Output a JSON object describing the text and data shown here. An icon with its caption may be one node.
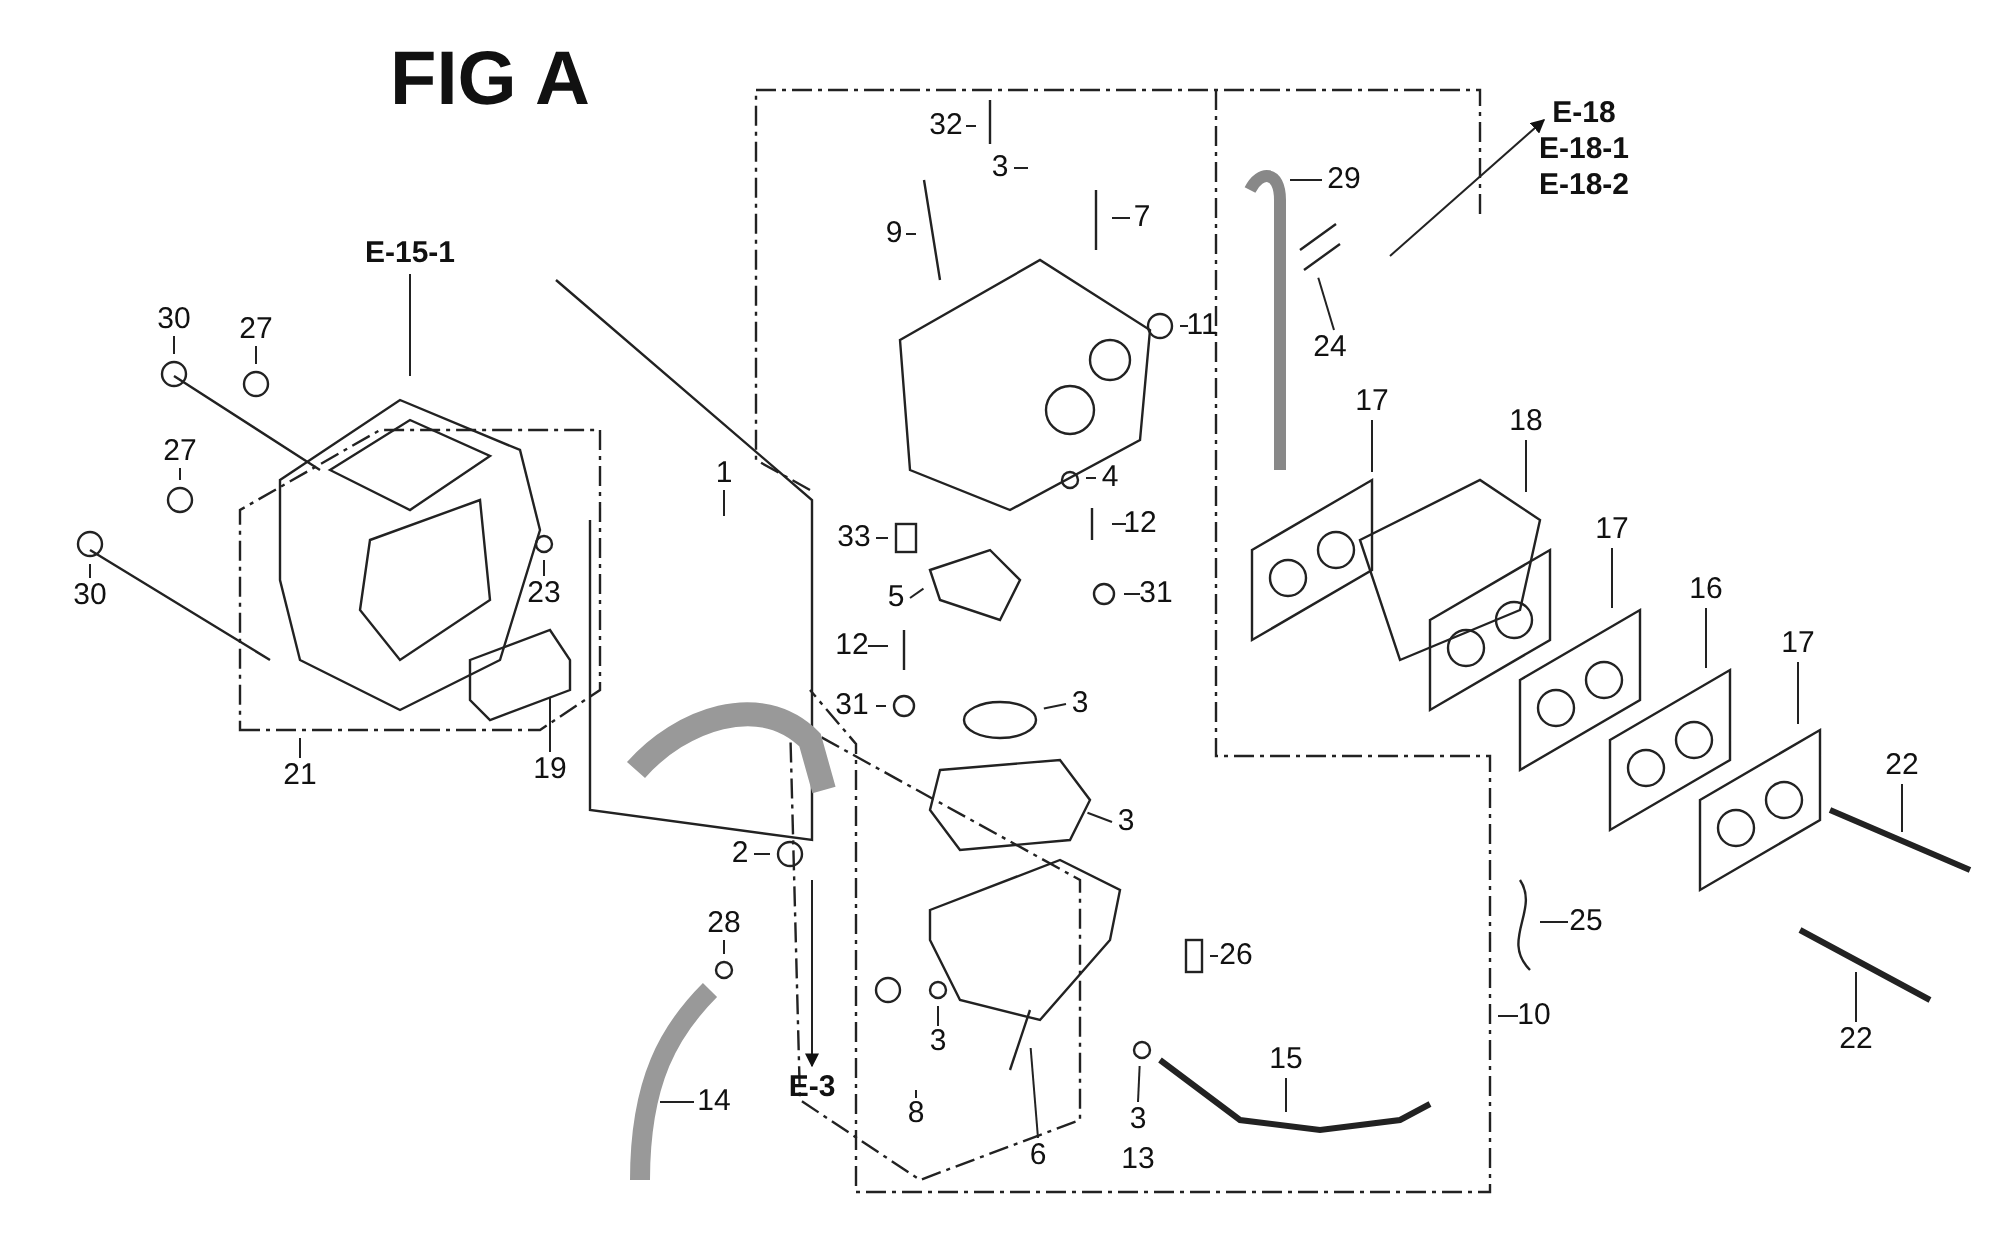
{
  "diagram": {
    "title": "FIG A",
    "nodes": [
      {
        "text": [
          "E-15-1"
        ]
      },
      {
        "text": [
          "30"
        ]
      },
      {
        "text": [
          "27"
        ]
      },
      {
        "text": [
          "27"
        ]
      },
      {
        "text": [
          "30"
        ]
      },
      {
        "text": [
          "23"
        ]
      },
      {
        "text": [
          "19"
        ]
      },
      {
        "text": [
          "21"
        ]
      },
      {
        "text": [
          "1"
        ]
      },
      {
        "text": [
          "2"
        ]
      },
      {
        "text": [
          "28"
        ]
      },
      {
        "text": [
          "14"
        ]
      },
      {
        "text": [
          "E-3"
        ]
      },
      {
        "text": [
          "32"
        ]
      },
      {
        "text": [
          "3"
        ]
      },
      {
        "text": [
          "9"
        ]
      },
      {
        "text": [
          "7"
        ]
      },
      {
        "text": [
          "29"
        ]
      },
      {
        "text": [
          "E-18",
          "E-18-1",
          "E-18-2"
        ]
      },
      {
        "text": [
          "24"
        ]
      },
      {
        "text": [
          "11"
        ]
      },
      {
        "text": [
          "4"
        ]
      },
      {
        "text": [
          "12"
        ]
      },
      {
        "text": [
          "33"
        ]
      },
      {
        "text": [
          "5"
        ]
      },
      {
        "text": [
          "31"
        ]
      },
      {
        "text": [
          "12"
        ]
      },
      {
        "text": [
          "31"
        ]
      },
      {
        "text": [
          "3"
        ]
      },
      {
        "text": [
          "3"
        ]
      },
      {
        "text": [
          "26"
        ]
      },
      {
        "text": [
          "3"
        ]
      },
      {
        "text": [
          "8"
        ]
      },
      {
        "text": [
          "6"
        ]
      },
      {
        "text": [
          "3"
        ]
      },
      {
        "text": [
          "15"
        ]
      },
      {
        "text": [
          "10"
        ]
      },
      {
        "text": [
          "25"
        ]
      },
      {
        "text": [
          "17"
        ]
      },
      {
        "text": [
          "18"
        ]
      },
      {
        "text": [
          "17"
        ]
      },
      {
        "text": [
          "16"
        ]
      },
      {
        "text": [
          "17"
        ]
      },
      {
        "text": [
          "22"
        ]
      },
      {
        "text": [
          "22"
        ]
      }
    ],
    "edges": [
      {
        "from": 0,
        "to": null,
        "arrow": "none"
      },
      {
        "from": 1,
        "to": null,
        "arrow": "none"
      },
      {
        "from": 2,
        "to": null,
        "arrow": "none"
      },
      {
        "from": 3,
        "to": null,
        "arrow": "none"
      },
      {
        "from": 4,
        "to": null,
        "arrow": "none"
      },
      {
        "from": 5,
        "to": null,
        "arrow": "none"
      },
      {
        "from": 6,
        "to": null,
        "arrow": "none"
      },
      {
        "from": 7,
        "to": null,
        "arrow": "none"
      },
      {
        "from": 8,
        "to": null,
        "arrow": "none"
      },
      {
        "from": 9,
        "to": null,
        "arrow": "none"
      },
      {
        "from": 10,
        "to": null,
        "arrow": "none"
      },
      {
        "from": 11,
        "to": null,
        "arrow": "none"
      },
      {
        "from": null,
        "to": 12,
        "arrow": "to"
      },
      {
        "from": 13,
        "to": null,
        "arrow": "none"
      },
      {
        "from": 14,
        "to": null,
        "arrow": "none"
      },
      {
        "from": 15,
        "to": null,
        "arrow": "none"
      },
      {
        "from": 16,
        "to": null,
        "arrow": "none"
      },
      {
        "from": 17,
        "to": null,
        "arrow": "none"
      },
      {
        "from": null,
        "to": 18,
        "arrow": "to"
      },
      {
        "from": 19,
        "to": null,
        "arrow": "none"
      },
      {
        "from": 20,
        "to": null,
        "arrow": "none"
      },
      {
        "from": 21,
        "to": null,
        "arrow": "none"
      },
      {
        "from": 22,
        "to": null,
        "arrow": "none"
      },
      {
        "from": 23,
        "to": null,
        "arrow": "none"
      },
      {
        "from": 24,
        "to": null,
        "arrow": "none"
      },
      {
        "from": 25,
        "to": null,
        "arrow": "none"
      },
      {
        "from": 26,
        "to": null,
        "arrow": "none"
      },
      {
        "from": 27,
        "to": null,
        "arrow": "none"
      },
      {
        "from": 28,
        "to": null,
        "arrow": "none"
      },
      {
        "from": 29,
        "to": null,
        "arrow": "none"
      },
      {
        "from": 30,
        "to": null,
        "arrow": "none"
      },
      {
        "from": 31,
        "to": null,
        "arrow": "none"
      },
      {
        "from": 32,
        "to": null,
        "arrow": "none"
      },
      {
        "from": 33,
        "to": null,
        "arrow": "none"
      },
      {
        "from": 34,
        "to": null,
        "arrow": "none"
      },
      {
        "from": 35,
        "to": null,
        "arrow": "none"
      },
      {
        "from": 36,
        "to": null,
        "arrow": "none"
      },
      {
        "from": 37,
        "to": null,
        "arrow": "none"
      },
      {
        "from": 38,
        "to": null,
        "arrow": "none"
      },
      {
        "from": 39,
        "to": null,
        "arrow": "none"
      },
      {
        "from": 40,
        "to": null,
        "arrow": "none"
      },
      {
        "from": 41,
        "to": null,
        "arrow": "none"
      },
      {
        "from": 42,
        "to": null,
        "arrow": "none"
      },
      {
        "from": 43,
        "to": null,
        "arrow": "none"
      },
      {
        "from": 44,
        "to": null,
        "arrow": "none"
      }
    ],
    "labels": [
      "13"
    ]
  }
}
